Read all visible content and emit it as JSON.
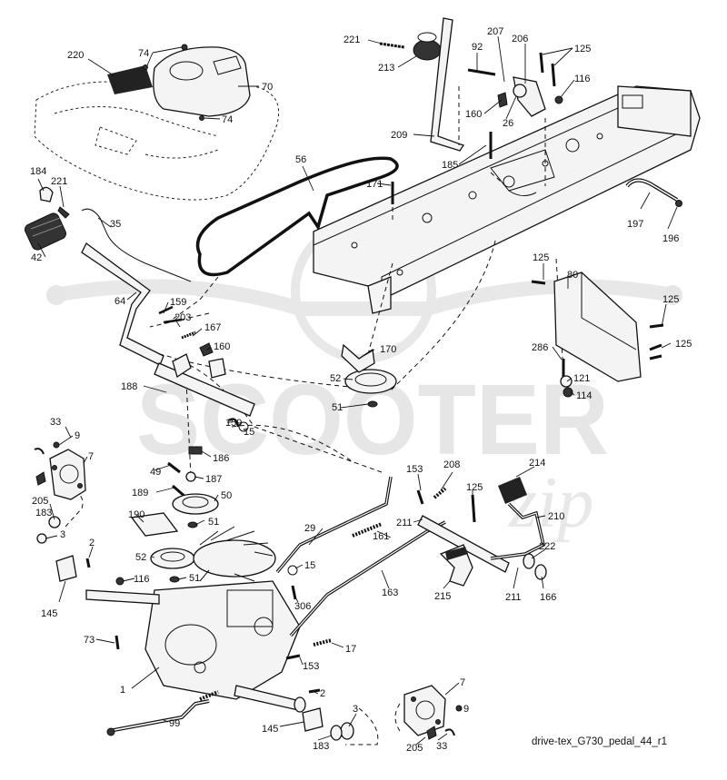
{
  "caption": "drive-tex_G730_pedal_44_r1",
  "watermark": {
    "brand": "SCOOTER",
    "sub": "zip"
  },
  "labels": [
    "220",
    "74",
    "74",
    "70",
    "221",
    "213",
    "92",
    "207",
    "206",
    "125",
    "116",
    "160",
    "26",
    "209",
    "185",
    "56",
    "171",
    "184",
    "221",
    "35",
    "42",
    "197",
    "196",
    "64",
    "159",
    "203",
    "167",
    "160",
    "170",
    "80",
    "125",
    "125",
    "125",
    "286",
    "121",
    "114",
    "52",
    "51",
    "188",
    "33",
    "9",
    "7",
    "159",
    "15",
    "186",
    "49",
    "187",
    "189",
    "50",
    "205",
    "183",
    "3",
    "190",
    "51",
    "2",
    "52",
    "51",
    "116",
    "145",
    "15",
    "306",
    "153",
    "208",
    "125",
    "214",
    "211",
    "210",
    "222",
    "211",
    "166",
    "215",
    "163",
    "29",
    "161",
    "73",
    "1",
    "17",
    "153",
    "2",
    "7",
    "9",
    "99",
    "145",
    "183",
    "3",
    "205",
    "33"
  ]
}
